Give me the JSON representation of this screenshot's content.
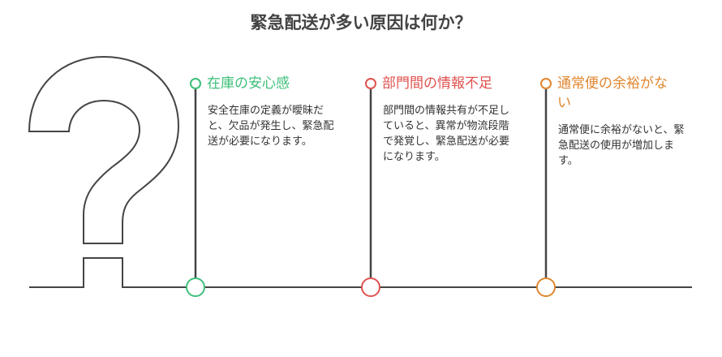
{
  "title": "緊急配送が多い原因は何か？",
  "colors": {
    "green": "#3dbf7a",
    "red": "#e0524f",
    "orange": "#e0862f",
    "line": "#444444"
  },
  "items": [
    {
      "heading": "在庫の安心感",
      "text": "安全在庫の定義が曖昧だと、欠品が発生し、緊急配送が必要になります。"
    },
    {
      "heading": "部門間の情報不足",
      "text": "部門間の情報共有が不足していると、異常が物流段階で発覚し、緊急配送が必要になります。"
    },
    {
      "heading": "通常便の余裕がない",
      "text": "通常便に余裕がないと、緊急配送の使用が増加します。"
    }
  ]
}
